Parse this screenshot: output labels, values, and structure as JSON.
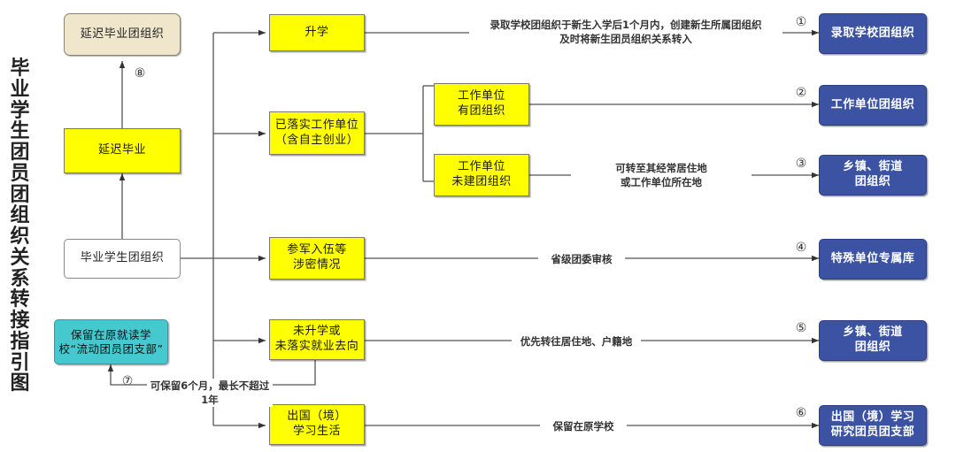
{
  "title": "毕业学生团员团组织关系转接指引图",
  "nodes": {
    "delayed_grad_org": "延迟毕业团组织",
    "delayed_grad": "延迟毕业",
    "grad_student_org": "毕业学生团组织",
    "retained_branch": "保留在原就读学\n校“流动团员团支部”",
    "further_study": "升学",
    "employed": "已落实工作单位\n（含自主创业）",
    "employer_has_org": "工作单位\n有团组织",
    "employer_no_org": "工作单位\n未建团组织",
    "military_secret": "参军入伍等\n涉密情况",
    "no_study_no_job": "未升学或\n未落实就业去向",
    "abroad": "出国（境）\n学习生活",
    "target_school_org": "录取学校团组织",
    "target_employer_org": "工作单位团组织",
    "target_township_org_3": "乡镇、街道\n团组织",
    "target_special_unit": "特殊单位专属库",
    "target_township_org_5": "乡镇、街道\n团组织",
    "target_abroad_branch": "出国（境）学习\n研究团员团支部"
  },
  "edge_labels": {
    "e1": "录取学校团组织于新生入学后1个月内，创建新生所属团组织\n及时将新生团员组织关系转入",
    "e3": "可转至其经常居住地\n或工作单位所在地",
    "e4": "省级团委审核",
    "e5": "优先转往居住地、户籍地",
    "e6": "保留在原学校",
    "e7": "可保留6个月，最长不超过1年"
  },
  "markers": {
    "m1": "①",
    "m2": "②",
    "m3": "③",
    "m4": "④",
    "m5": "⑤",
    "m6": "⑥",
    "m7": "⑦",
    "m8": "⑧"
  },
  "colors": {
    "beige": "#efe6cb",
    "yellow": "#ffff00",
    "cyan": "#45c8ce",
    "blue": "#3b53a2",
    "white": "#ffffff",
    "line": "#555555"
  }
}
